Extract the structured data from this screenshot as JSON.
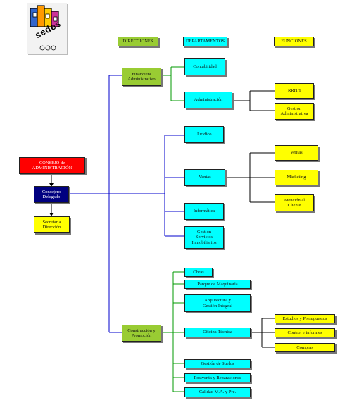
{
  "logo": {
    "wordmark": "sedes"
  },
  "headers": {
    "direcciones": "DIRECCIONES",
    "departamentos": "DEPARTAMENTOS",
    "funciones": "FUNCIONES"
  },
  "left": {
    "consejo": "CONSEJO de\nADMINISTRACIÓN",
    "consejero": "Consejero\nDelegado",
    "secretaria": "Secretaría\nDirección"
  },
  "direcciones": {
    "financiera": "Financiera\nAdministrativo",
    "construccion": "Construcción y\nPromoción"
  },
  "departamentos": {
    "contabilidad": "Contabilidad",
    "administracion": "Administración",
    "juridico": "Jurídico",
    "ventas": "Ventas",
    "informatica": "Informática",
    "gestion_servicios": "Gestión\nServicios\nInmobiliarios",
    "obras": "Obras",
    "parque": "Parque de Maquinaria",
    "arquitectura": "Arquitectura y\nGestión Integral",
    "oficina_tecnica": "Oficina Técnica",
    "gestion_suelos": "Gestión de Suelos",
    "postventa": "Postventa y Reparaciones",
    "calidad": "Calidad M.A. y Pre."
  },
  "funciones": {
    "rrhh": "RRHH",
    "gestion_admin": "Gestión\nAdministrativa",
    "ventas": "Ventas",
    "marketing": "Márketing",
    "atencion": "Atención al\nCliente",
    "estudios": "Estudios y Presupuestos",
    "control": "Control e informes",
    "compras": "Compras"
  },
  "colors": {
    "direccion": "#99cc33",
    "departamento": "#00ffff",
    "funcion": "#ffff00",
    "consejo": "#ff0000",
    "consejero": "#000080",
    "line_blue": "#0000cc",
    "line_green": "#009900",
    "line_black": "#000000"
  }
}
